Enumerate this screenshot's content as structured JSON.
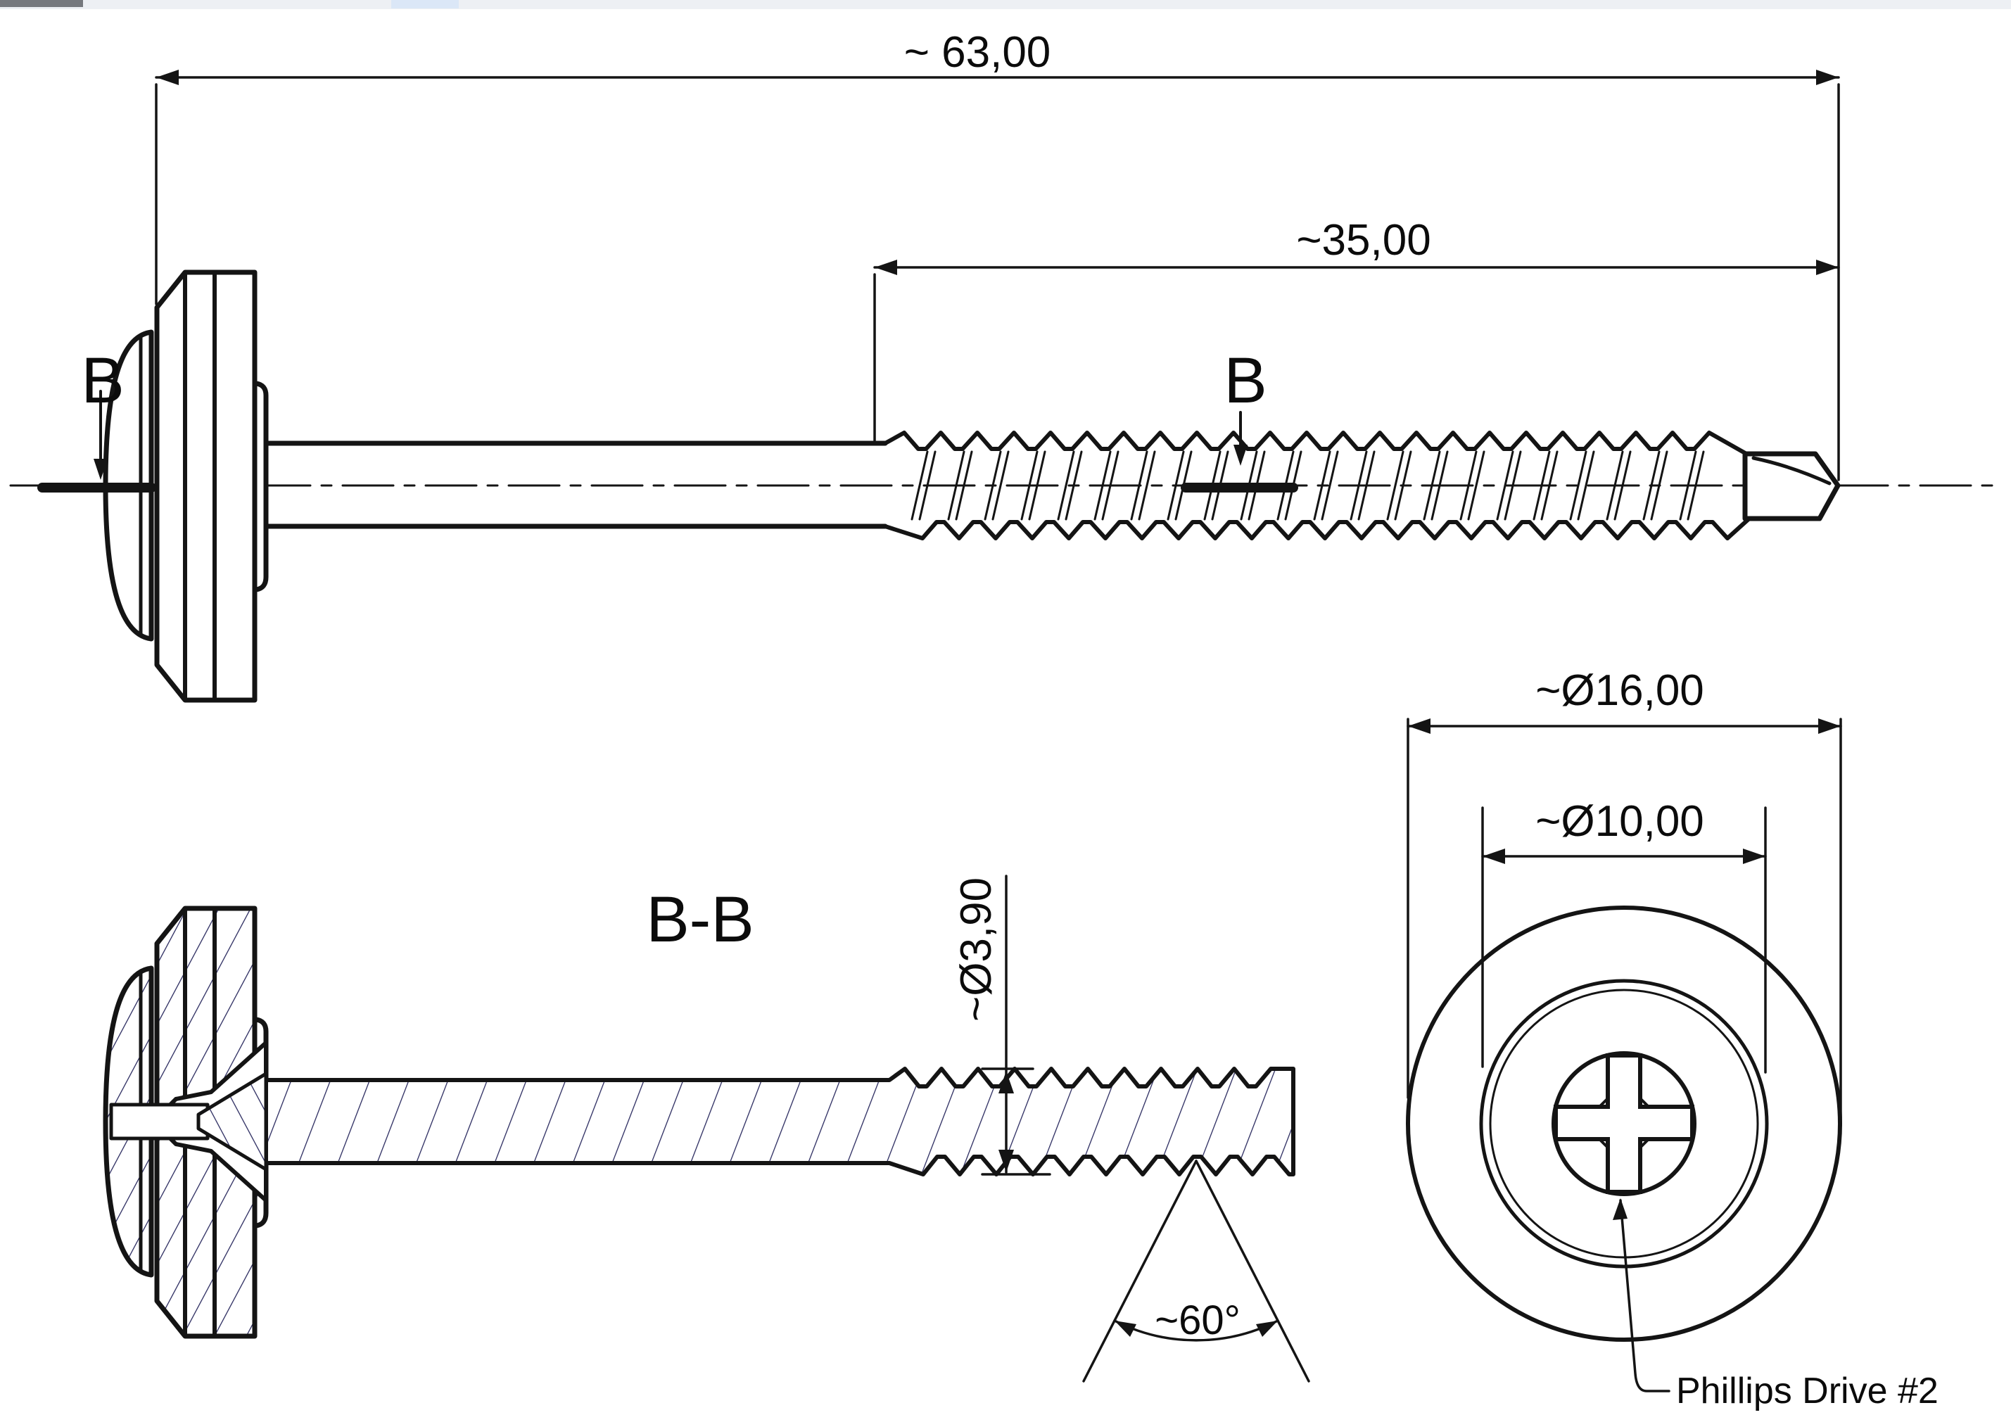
{
  "drawing": {
    "type": "technical drawing - self drilling screw with sealing washer",
    "views": {
      "side_view_section_marks": "B / B",
      "section_view_title": "B-B",
      "front_view_callout": "Phillips Drive #2"
    },
    "dimensions": {
      "overall_length": "~ 63,00",
      "thread_length": "~35,00",
      "thread_diameter": "~Ø3,90",
      "thread_angle": "~60°",
      "head_diameter": "~Ø16,00",
      "washer_face_diameter": "~Ø10,00"
    },
    "labels": {
      "section_left": "B",
      "section_right": "B",
      "section_title": "B-B",
      "drive_label": "Phillips Drive #2"
    },
    "colors": {
      "line": "#141414",
      "hatch": "#23235a",
      "background": "#ffffff",
      "top_band": "#edf0f4"
    }
  }
}
